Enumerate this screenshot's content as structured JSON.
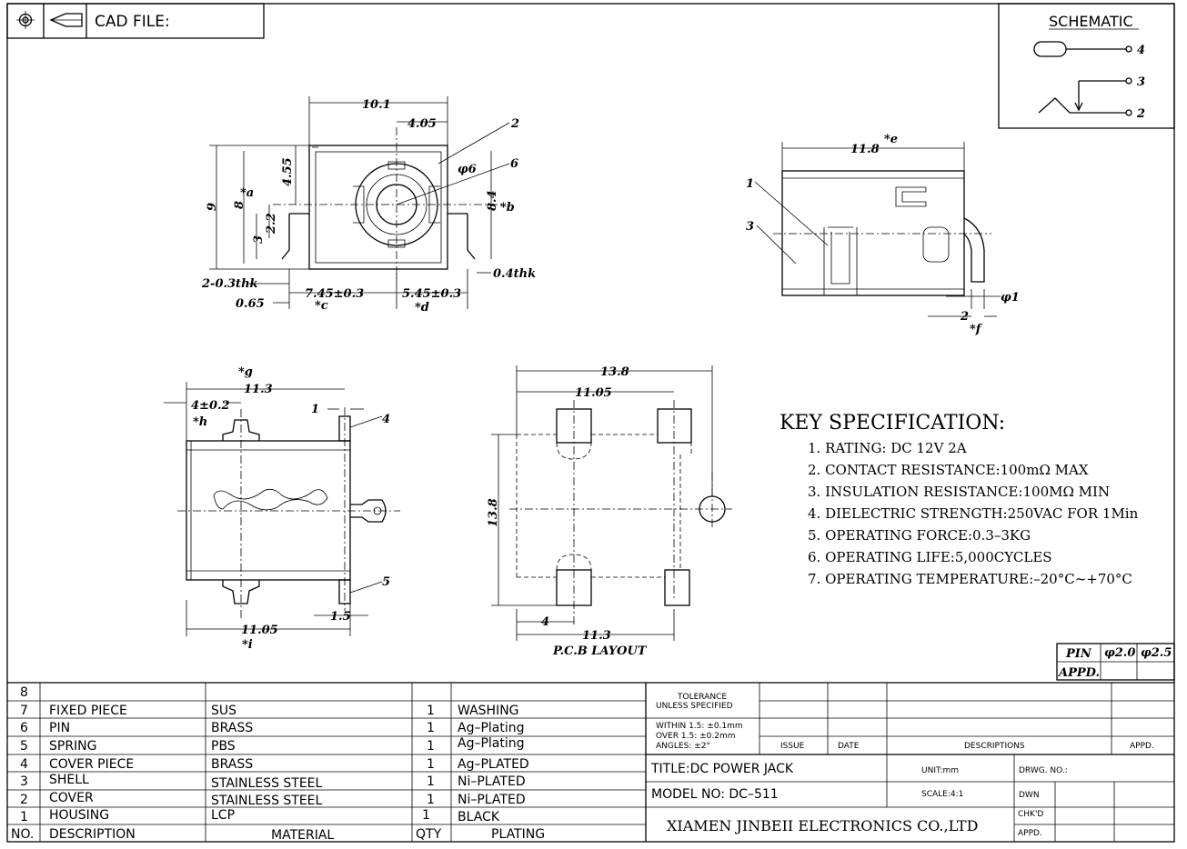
{
  "header": {
    "cad_label": "CAD FILE:",
    "projection_icon": "first-angle-projection-icon"
  },
  "schematic": {
    "title": "SCHEMATIC",
    "pins": [
      "4",
      "3",
      "2"
    ]
  },
  "front_view": {
    "dims": [
      "10.1",
      "4.05",
      "2",
      "6",
      "φ6",
      "9",
      "8",
      "*a",
      "4.55",
      "8.4",
      "*b",
      "2.2",
      "3",
      "2-0.3thk",
      "0.4thk",
      "0.65",
      "7.45±0.3",
      "5.45±0.3",
      "*c",
      "*d"
    ]
  },
  "side_view": {
    "dims": [
      "11.8",
      "*e",
      "1",
      "3",
      "φ1",
      "2",
      "*f"
    ]
  },
  "top_view": {
    "dims": [
      "*g",
      "11.3",
      "4±0.2",
      "*h",
      "1",
      "4",
      "5",
      "1.5",
      "11.05",
      "*i"
    ]
  },
  "pcb_view": {
    "dims": [
      "13.8",
      "11.05",
      "13.8",
      "4",
      "11.3"
    ],
    "label": "P.C.B LAYOUT"
  },
  "key_spec": {
    "title": "KEY SPECIFICATION:",
    "items": [
      "1. RATING: DC 12V   2A",
      "2. CONTACT RESISTANCE:100mΩ MAX",
      "3. INSULATION RESISTANCE:100MΩ MIN",
      "4. DIELECTRIC STRENGTH:250VAC FOR 1Min",
      "5. OPERATING FORCE:0.3–3KG",
      "6. OPERATING LIFE:5,000CYCLES",
      "7. OPERATING TEMPERATURE:–20°C~+70°C"
    ]
  },
  "pin_table": {
    "pin": "PIN",
    "appd": "APPD.",
    "sizes": [
      "φ2.0",
      "φ2.5"
    ]
  },
  "bom": {
    "headers": {
      "no": "NO.",
      "description": "DESCRIPTION",
      "material": "MATERIAL",
      "qty": "QTY",
      "plating": "PLATING"
    },
    "rows": [
      {
        "no": "8",
        "description": "",
        "material": "",
        "qty": "",
        "plating": ""
      },
      {
        "no": "7",
        "description": "FIXED PIECE",
        "material": "SUS",
        "qty": "1",
        "plating": "WASHING"
      },
      {
        "no": "6",
        "description": "PIN",
        "material": "BRASS",
        "qty": "1",
        "plating": "Ag–Plating"
      },
      {
        "no": "5",
        "description": "SPRING",
        "material": "PBS",
        "qty": "1",
        "plating": "Ag–Plating"
      },
      {
        "no": "4",
        "description": "COVER PIECE",
        "material": "BRASS",
        "qty": "1",
        "plating": "Ag–PLATED"
      },
      {
        "no": "3",
        "description": "SHELL",
        "material": "STAINLESS STEEL",
        "qty": "1",
        "plating": "Ni–PLATED"
      },
      {
        "no": "2",
        "description": "COVER",
        "material": "STAINLESS STEEL",
        "qty": "1",
        "plating": "Ni–PLATED"
      },
      {
        "no": "1",
        "description": "HOUSING",
        "material": "LCP",
        "qty": "1",
        "plating": "BLACK"
      }
    ]
  },
  "title_block": {
    "tolerance_1": "TOLERANCE",
    "tolerance_2": "UNLESS SPECIFIED",
    "tol_line_1": "WITHIN 1.5: ±0.1mm",
    "tol_line_2": "OVER 1.5:  ±0.2mm",
    "tol_line_3": "ANGLES: ±2°",
    "issue": "ISSUE",
    "date": "DATE",
    "descriptions": "DESCRIPTIONS",
    "appd": "APPD.",
    "title": "TITLE:DC POWER JACK",
    "unit": "UNIT:mm",
    "drwg_no": "DRWG. NO.:",
    "model": "MODEL NO: DC–511",
    "scale": "SCALE:4:1",
    "dwn": "DWN",
    "chkd": "CHK'D",
    "appd2": "APPD.",
    "company": "XIAMEN JINBEII ELECTRONICS CO.,LTD"
  }
}
